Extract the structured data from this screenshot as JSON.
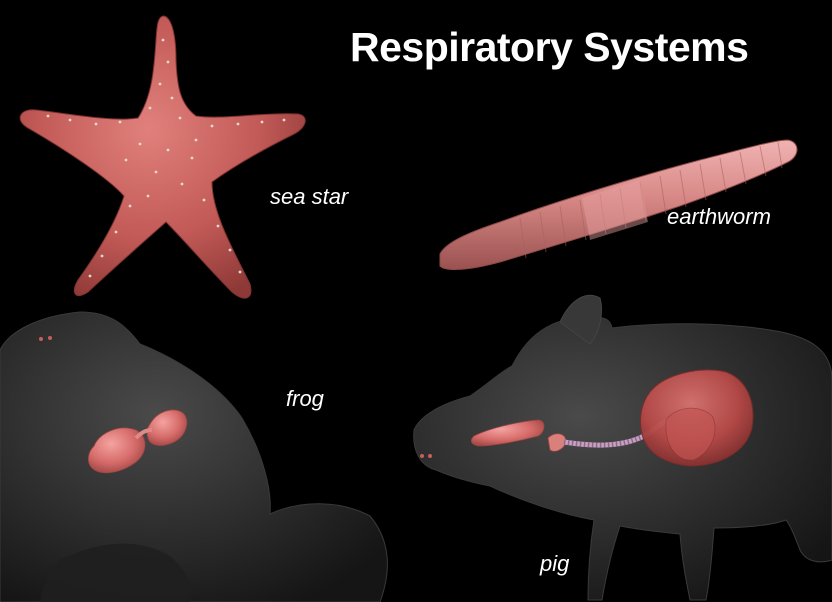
{
  "title": "Respiratory Systems",
  "labels": {
    "sea_star": "sea star",
    "earthworm": "earthworm",
    "frog": "frog",
    "pig": "pig"
  },
  "colors": {
    "background": "#000000",
    "organ_pink": "#c8605f",
    "body_gray": "#2b2b2b",
    "text": "#ffffff"
  }
}
